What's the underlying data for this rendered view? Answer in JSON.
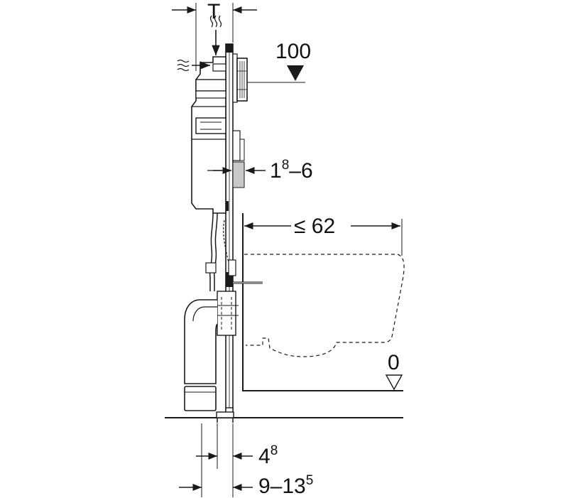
{
  "labels": {
    "thickness": "T",
    "height_top": "100",
    "adjust_base": "1",
    "adjust_sup": "8",
    "adjust_rest": "–6",
    "projection": "≤ 62",
    "floor_level": "0",
    "foot_base": "4",
    "foot_sup": "8",
    "depth_base": "9–13",
    "depth_sup": "5"
  },
  "colors": {
    "line": "#1a1a1a",
    "background": "#ffffff",
    "shading": "#c8c8c8"
  }
}
